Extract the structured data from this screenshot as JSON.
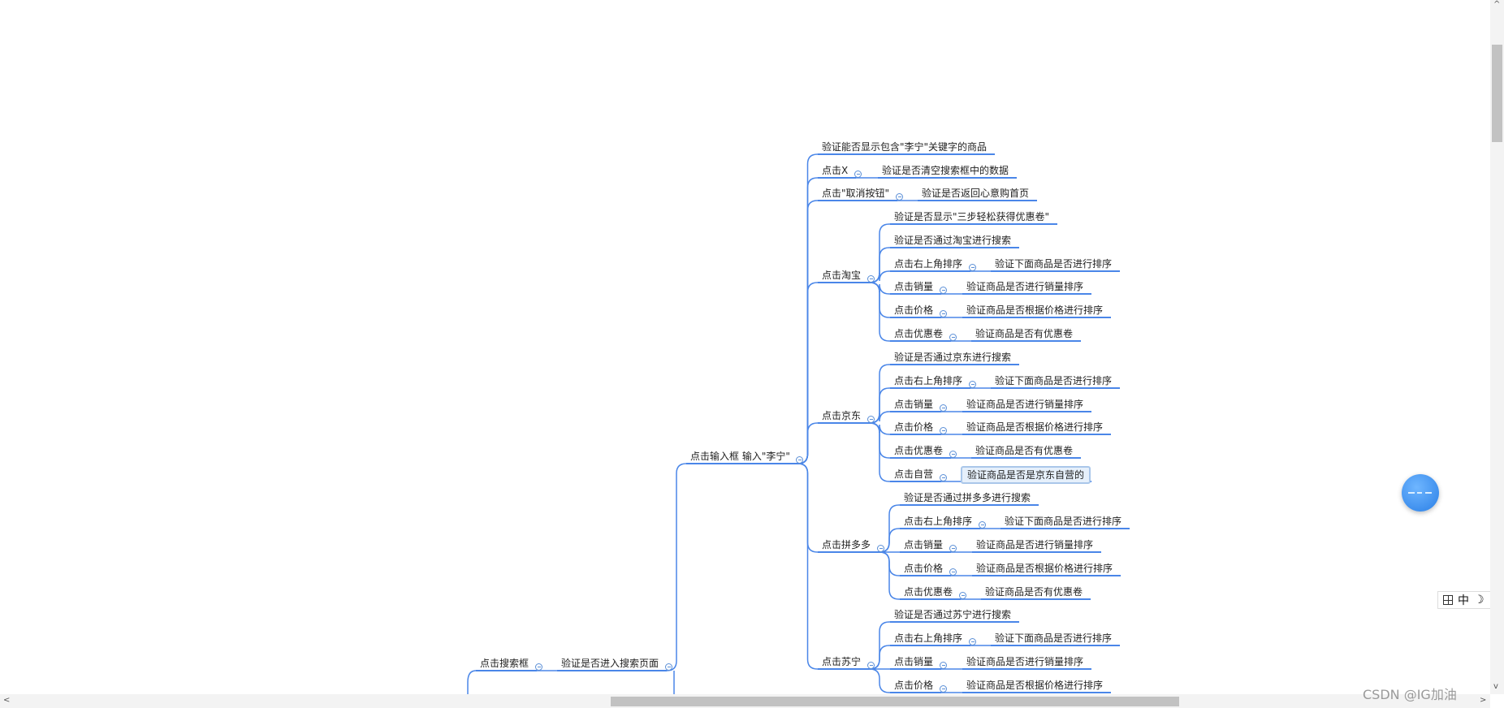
{
  "mindmap": {
    "nodes": [
      {
        "id": "n_search_box",
        "text": "点击搜索框"
      },
      {
        "id": "n_search_page",
        "text": "验证是否进入搜索页面"
      },
      {
        "id": "n_input",
        "text": "点击输入框 输入\"李宁\""
      },
      {
        "id": "n_show",
        "text": "验证能否显示包含\"李宁\"关键字的商品"
      },
      {
        "id": "n_x",
        "text": "点击X"
      },
      {
        "id": "n_x_v",
        "text": "验证是否清空搜索框中的数据"
      },
      {
        "id": "n_cancel",
        "text": "点击\"取消按钮\""
      },
      {
        "id": "n_cancel_v",
        "text": "验证是否返回心意购首页"
      },
      {
        "id": "n_tb",
        "text": "点击淘宝"
      },
      {
        "id": "n_tb1",
        "text": "验证是否显示\"三步轻松获得优惠卷\""
      },
      {
        "id": "n_tb2",
        "text": "验证是否通过淘宝进行搜索"
      },
      {
        "id": "n_tb3",
        "text": "点击右上角排序"
      },
      {
        "id": "n_tb3v",
        "text": "验证下面商品是否进行排序"
      },
      {
        "id": "n_tb4",
        "text": "点击销量"
      },
      {
        "id": "n_tb4v",
        "text": "验证商品是否进行销量排序"
      },
      {
        "id": "n_tb5",
        "text": "点击价格"
      },
      {
        "id": "n_tb5v",
        "text": "验证商品是否根据价格进行排序"
      },
      {
        "id": "n_tb6",
        "text": "点击优惠卷"
      },
      {
        "id": "n_tb6v",
        "text": "验证商品是否有优惠卷"
      },
      {
        "id": "n_jd",
        "text": "点击京东"
      },
      {
        "id": "n_jd1",
        "text": "验证是否通过京东进行搜索"
      },
      {
        "id": "n_jd2",
        "text": "点击右上角排序"
      },
      {
        "id": "n_jd2v",
        "text": "验证下面商品是否进行排序"
      },
      {
        "id": "n_jd3",
        "text": "点击销量"
      },
      {
        "id": "n_jd3v",
        "text": "验证商品是否进行销量排序"
      },
      {
        "id": "n_jd4",
        "text": "点击价格"
      },
      {
        "id": "n_jd4v",
        "text": "验证商品是否根据价格进行排序"
      },
      {
        "id": "n_jd5",
        "text": "点击优惠卷"
      },
      {
        "id": "n_jd5v",
        "text": "验证商品是否有优惠卷"
      },
      {
        "id": "n_jd6",
        "text": "点击自营"
      },
      {
        "id": "n_jd6v",
        "text": "验证商品是否是京东自营的"
      },
      {
        "id": "n_pdd",
        "text": "点击拼多多"
      },
      {
        "id": "n_pdd1",
        "text": "验证是否通过拼多多进行搜索"
      },
      {
        "id": "n_pdd2",
        "text": "点击右上角排序"
      },
      {
        "id": "n_pdd2v",
        "text": "验证下面商品是否进行排序"
      },
      {
        "id": "n_pdd3",
        "text": "点击销量"
      },
      {
        "id": "n_pdd3v",
        "text": "验证商品是否进行销量排序"
      },
      {
        "id": "n_pdd4",
        "text": "点击价格"
      },
      {
        "id": "n_pdd4v",
        "text": "验证商品是否根据价格进行排序"
      },
      {
        "id": "n_pdd5",
        "text": "点击优惠卷"
      },
      {
        "id": "n_pdd5v",
        "text": "验证商品是否有优惠卷"
      },
      {
        "id": "n_sn",
        "text": "点击苏宁"
      },
      {
        "id": "n_sn1",
        "text": "验证是否通过苏宁进行搜索"
      },
      {
        "id": "n_sn2",
        "text": "点击右上角排序"
      },
      {
        "id": "n_sn2v",
        "text": "验证下面商品是否进行排序"
      },
      {
        "id": "n_sn3",
        "text": "点击销量"
      },
      {
        "id": "n_sn3v",
        "text": "验证商品是否进行销量排序"
      },
      {
        "id": "n_sn4",
        "text": "点击价格"
      },
      {
        "id": "n_sn4v",
        "text": "验证商品是否根据价格进行排序"
      }
    ],
    "edges": [
      [
        "n_search_box",
        "n_search_page"
      ],
      [
        "n_search_page",
        "n_input"
      ],
      [
        "n_input",
        "n_show"
      ],
      [
        "n_input",
        "n_x"
      ],
      [
        "n_input",
        "n_cancel"
      ],
      [
        "n_input",
        "n_tb"
      ],
      [
        "n_input",
        "n_jd"
      ],
      [
        "n_input",
        "n_pdd"
      ],
      [
        "n_input",
        "n_sn"
      ],
      [
        "n_x",
        "n_x_v"
      ],
      [
        "n_cancel",
        "n_cancel_v"
      ],
      [
        "n_tb",
        "n_tb1"
      ],
      [
        "n_tb",
        "n_tb2"
      ],
      [
        "n_tb",
        "n_tb3"
      ],
      [
        "n_tb",
        "n_tb4"
      ],
      [
        "n_tb",
        "n_tb5"
      ],
      [
        "n_tb",
        "n_tb6"
      ],
      [
        "n_tb3",
        "n_tb3v"
      ],
      [
        "n_tb4",
        "n_tb4v"
      ],
      [
        "n_tb5",
        "n_tb5v"
      ],
      [
        "n_tb6",
        "n_tb6v"
      ],
      [
        "n_jd",
        "n_jd1"
      ],
      [
        "n_jd",
        "n_jd2"
      ],
      [
        "n_jd",
        "n_jd3"
      ],
      [
        "n_jd",
        "n_jd4"
      ],
      [
        "n_jd",
        "n_jd5"
      ],
      [
        "n_jd",
        "n_jd6"
      ],
      [
        "n_jd2",
        "n_jd2v"
      ],
      [
        "n_jd3",
        "n_jd3v"
      ],
      [
        "n_jd4",
        "n_jd4v"
      ],
      [
        "n_jd5",
        "n_jd5v"
      ],
      [
        "n_jd6",
        "n_jd6v"
      ],
      [
        "n_pdd",
        "n_pdd1"
      ],
      [
        "n_pdd",
        "n_pdd2"
      ],
      [
        "n_pdd",
        "n_pdd3"
      ],
      [
        "n_pdd",
        "n_pdd4"
      ],
      [
        "n_pdd",
        "n_pdd5"
      ],
      [
        "n_pdd2",
        "n_pdd2v"
      ],
      [
        "n_pdd3",
        "n_pdd3v"
      ],
      [
        "n_pdd4",
        "n_pdd4v"
      ],
      [
        "n_pdd5",
        "n_pdd5v"
      ],
      [
        "n_sn",
        "n_sn1"
      ],
      [
        "n_sn",
        "n_sn2"
      ],
      [
        "n_sn",
        "n_sn3"
      ],
      [
        "n_sn",
        "n_sn4"
      ],
      [
        "n_sn2",
        "n_sn2v"
      ],
      [
        "n_sn3",
        "n_sn3v"
      ],
      [
        "n_sn4",
        "n_sn4v"
      ]
    ],
    "selected": "n_jd6v",
    "line_color": "#4a86e8"
  },
  "ime_toolbar": {
    "grid_icon": "grid-icon",
    "lang": "中",
    "moon": "☽",
    "dot": "•"
  },
  "watermark": "CSDN @IG加油",
  "scroll": {
    "up": "^",
    "down": "v",
    "left": "<",
    "right": ">"
  }
}
